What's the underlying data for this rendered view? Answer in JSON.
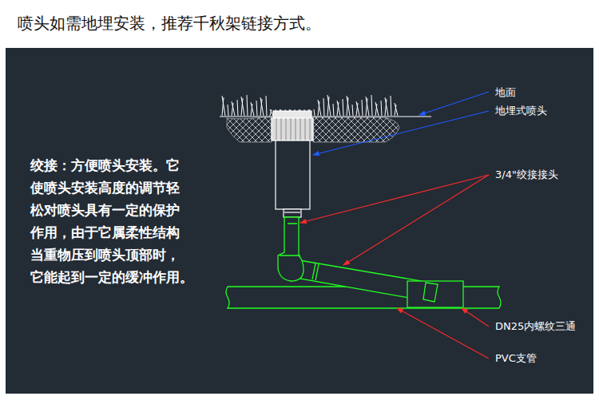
{
  "diagram": {
    "title": "喷头如需地埋安装，推荐千秋架链接方式。",
    "labels": [
      "绞接：方便喷头安装。它 使喷头安装高度的调节轻 松对喷头具有一定的保护 作用，由于它属柔性结构 当重物压到喷头顶部时， 它能起到一定的缓冲作用。",
      "地面",
      "地埋式喷头",
      "3/4\"绞接接头",
      "DN25内螺纹三通",
      "PVC支管"
    ]
  }
}
